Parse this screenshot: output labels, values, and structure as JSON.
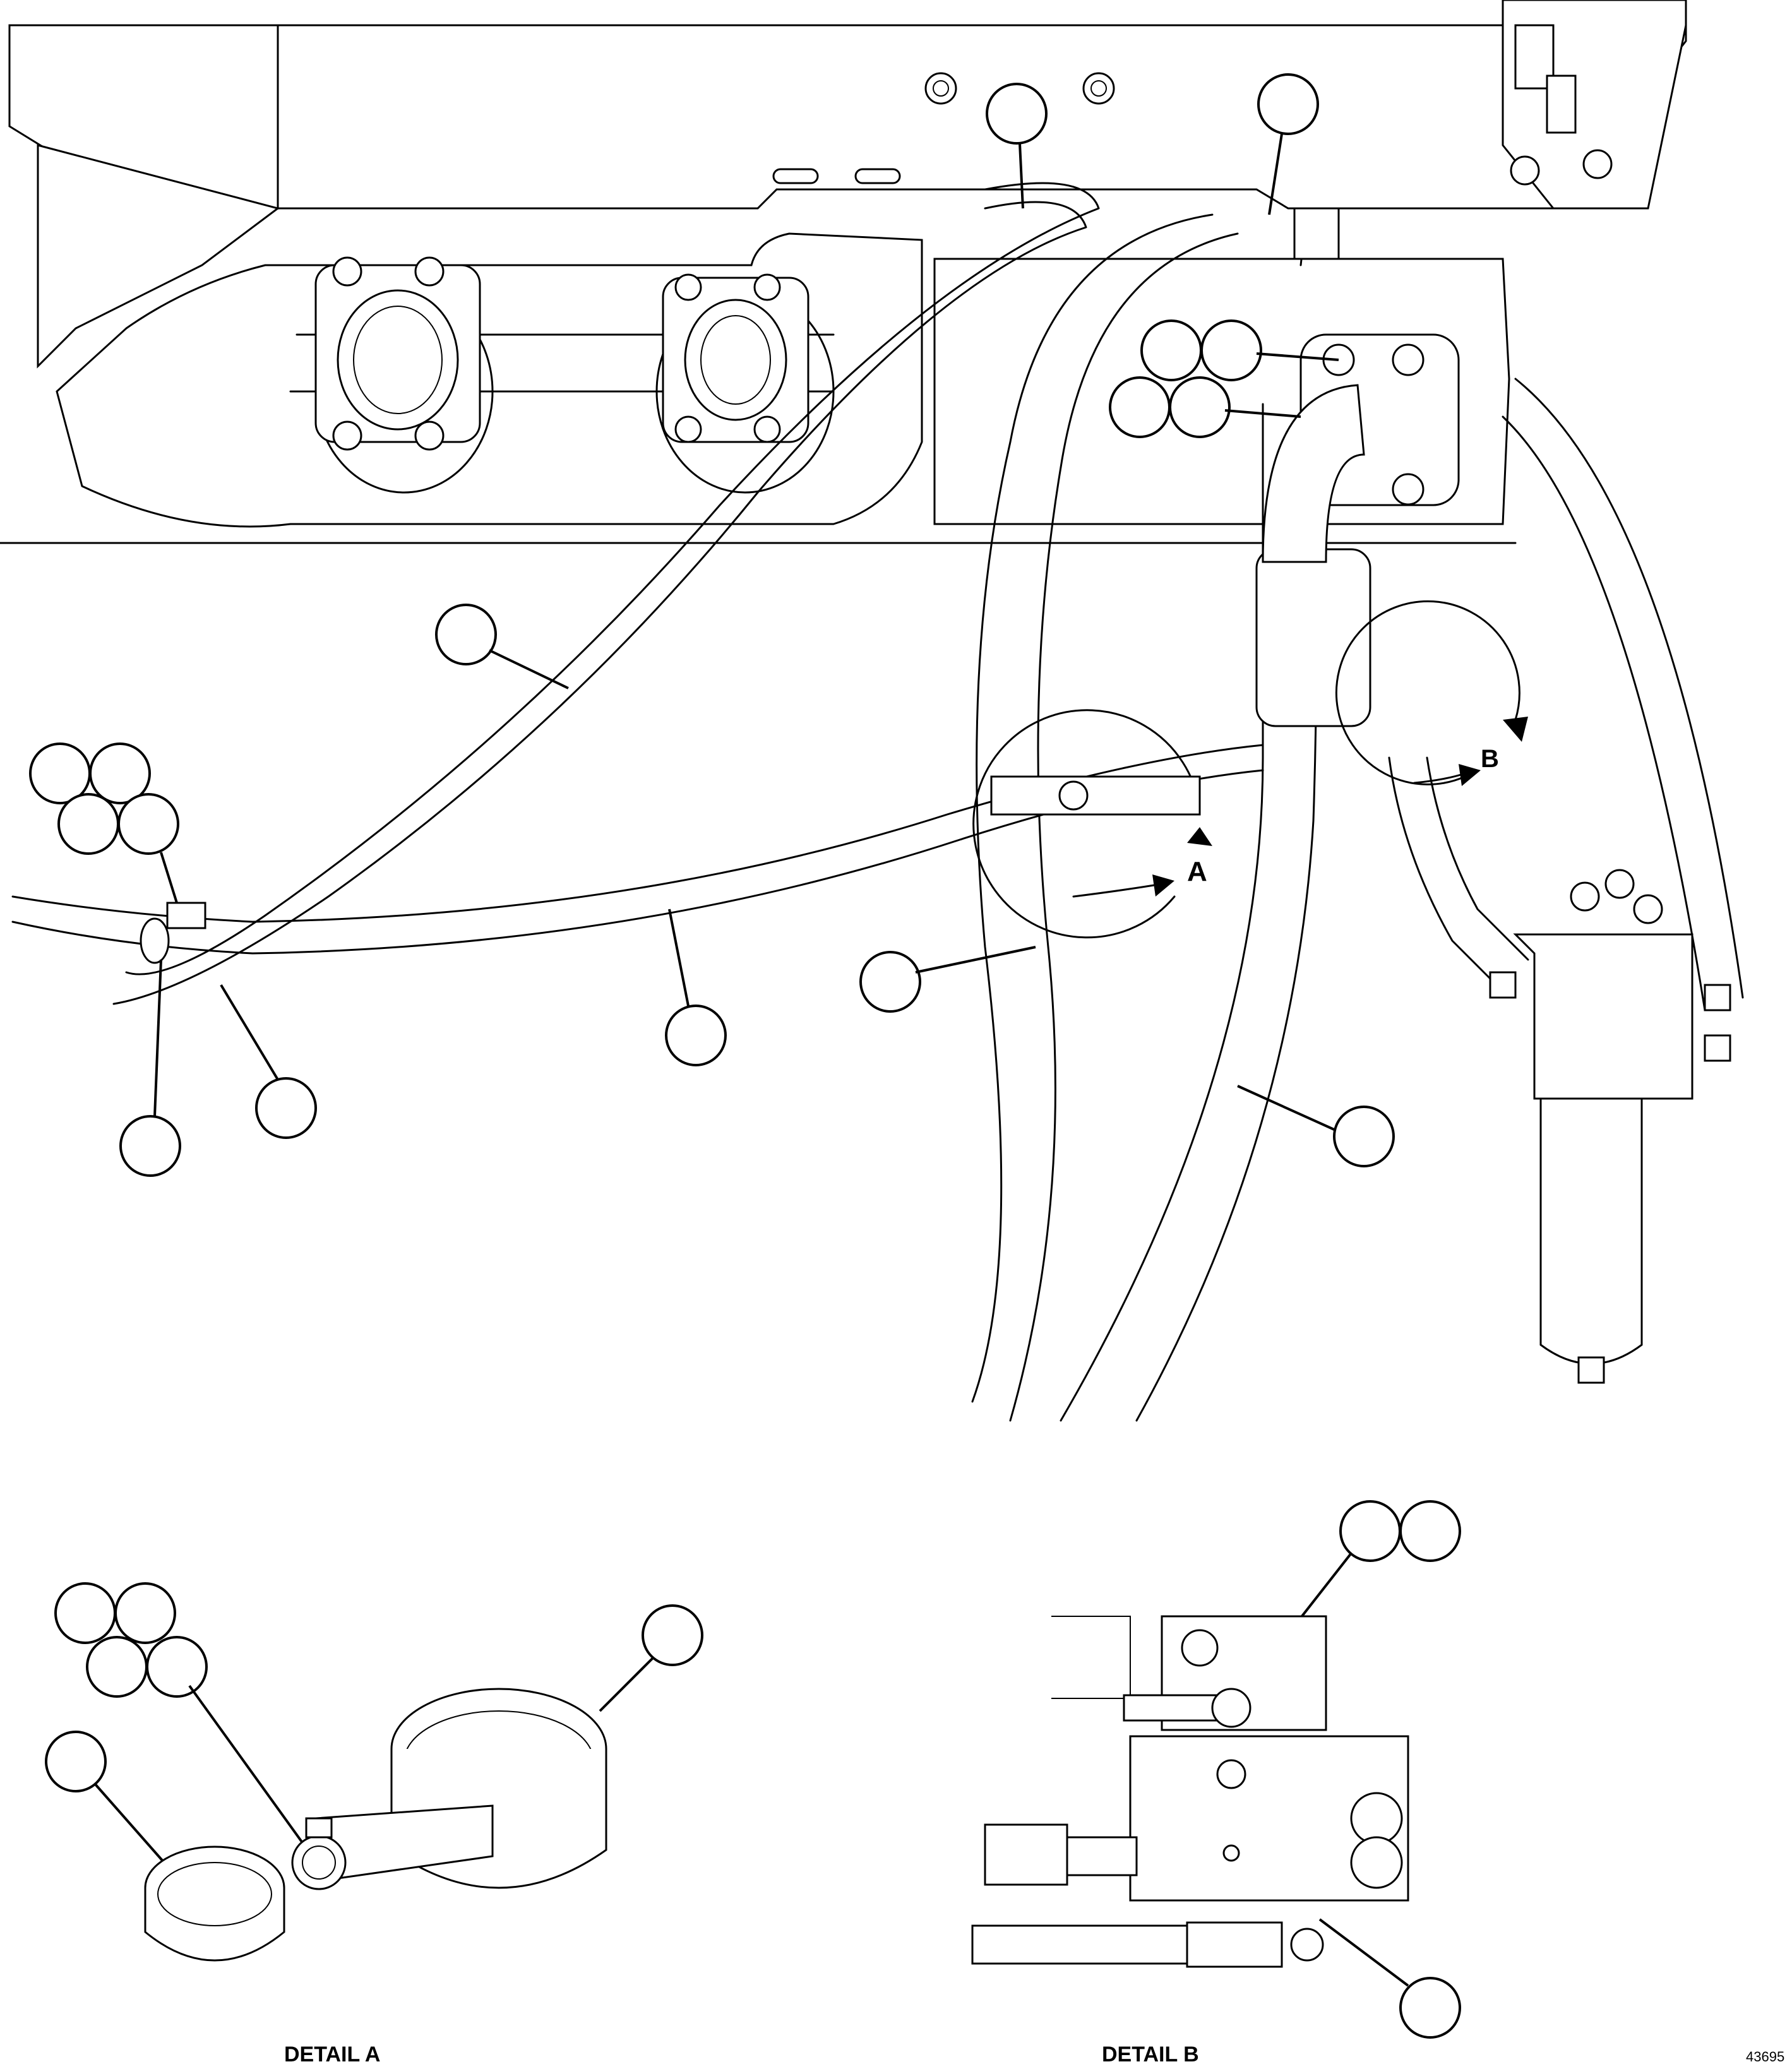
{
  "detail_a_marker": "A",
  "detail_b_marker": "B",
  "detail_a_caption": "DETAIL A",
  "detail_b_caption": "DETAIL B",
  "figure_number": "43695"
}
